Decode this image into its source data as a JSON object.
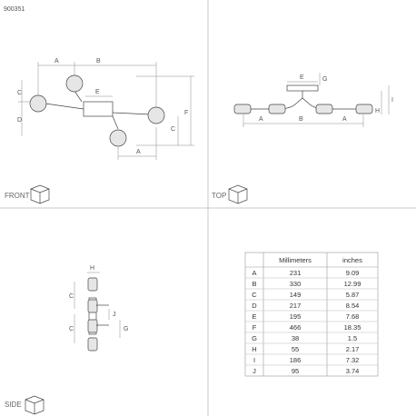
{
  "product_code": "900351",
  "views": {
    "front": "FRONT",
    "top": "TOP",
    "side": "SIDE"
  },
  "dimension_letters": [
    "A",
    "B",
    "C",
    "D",
    "E",
    "F",
    "G",
    "H",
    "I",
    "J"
  ],
  "table": {
    "headers": [
      "",
      "Millimeters",
      "inches"
    ],
    "rows": [
      {
        "key": "A",
        "mm": "231",
        "in": "9.09"
      },
      {
        "key": "B",
        "mm": "330",
        "in": "12.99"
      },
      {
        "key": "C",
        "mm": "149",
        "in": "5.87"
      },
      {
        "key": "D",
        "mm": "217",
        "in": "8.54"
      },
      {
        "key": "E",
        "mm": "195",
        "in": "7.68"
      },
      {
        "key": "F",
        "mm": "466",
        "in": "18.35"
      },
      {
        "key": "G",
        "mm": "38",
        "in": "1.5"
      },
      {
        "key": "H",
        "mm": "55",
        "in": "2.17"
      },
      {
        "key": "I",
        "mm": "186",
        "in": "7.32"
      },
      {
        "key": "J",
        "mm": "95",
        "in": "3.74"
      }
    ]
  }
}
